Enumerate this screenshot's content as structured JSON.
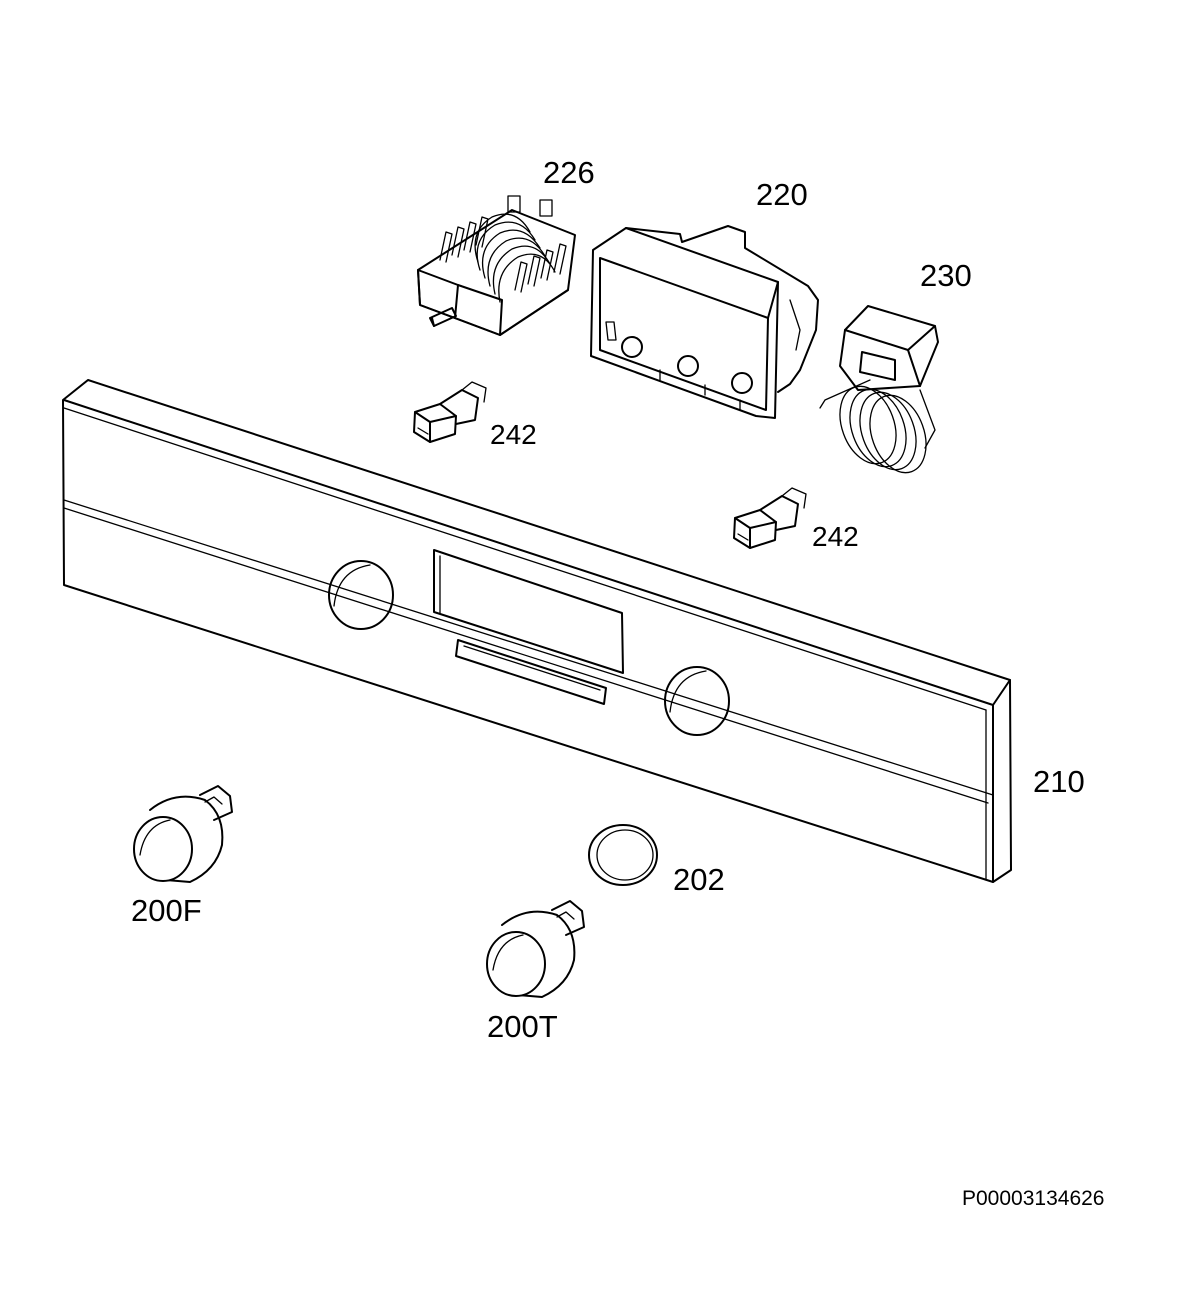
{
  "labels": {
    "selector_switch": "226",
    "display_housing": "220",
    "thermostat": "230",
    "indicator_lamp_a": "242",
    "indicator_lamp_b": "242",
    "control_panel": "210",
    "ring": "202",
    "knob_function": "200F",
    "knob_thermostat": "200T"
  },
  "drawing_code": "P00003134626"
}
